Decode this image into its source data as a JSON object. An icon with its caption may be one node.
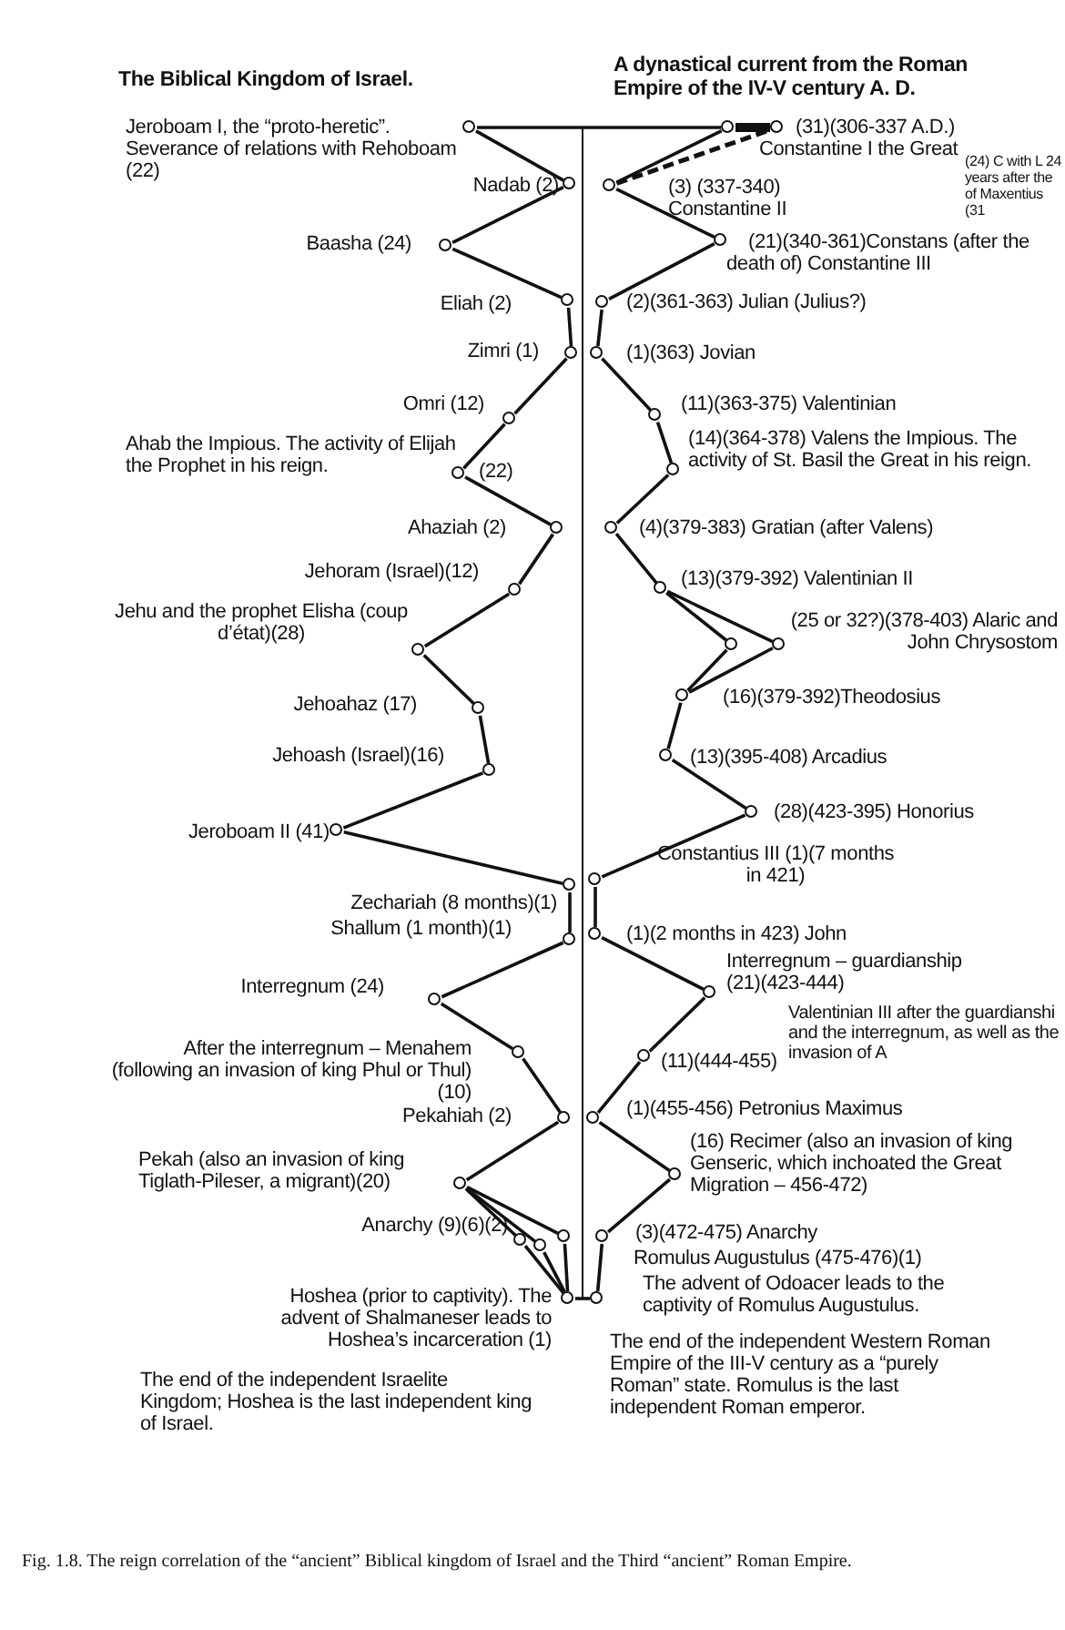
{
  "diagram": {
    "caption": "Fig. 1.8. The reign correlation of the “ancient” Biblical kingdom of Israel and the Third “ancient” Roman Empire.",
    "nodes": [
      {
        "text": [
          "Jeroboam I, the “proto-heretic”. Severance of relations with Rehoboam (22)"
        ]
      },
      {
        "text": [
          "Nadab (2)"
        ]
      },
      {
        "text": [
          "Baasha (24)"
        ]
      },
      {
        "text": [
          "Eliah (2)"
        ]
      },
      {
        "text": [
          "Zimri (1)"
        ]
      },
      {
        "text": [
          "Omri (12)"
        ]
      },
      {
        "text": [
          "Ahab the Impious. The activity of Elijah the Prophet in his reign.",
          "(22)"
        ]
      },
      {
        "text": [
          "Ahaziah (2)"
        ]
      },
      {
        "text": [
          "Jehoram (Israel)(12)"
        ]
      },
      {
        "text": [
          "Jehu and the prophet Elisha (coup d’état)(28)"
        ]
      },
      {
        "text": [
          "Jehoahaz (17)"
        ]
      },
      {
        "text": [
          "Jehoash (Israel)(16)"
        ]
      },
      {
        "text": [
          "Jeroboam II (41)"
        ]
      },
      {
        "text": [
          "Zechariah (8 months)(1)"
        ]
      },
      {
        "text": [
          "Shallum (1 month)(1)"
        ]
      },
      {
        "text": [
          "Interregnum (24)"
        ]
      },
      {
        "text": [
          "After the interregnum – Menahem (following an invasion of king Phul or Thul)(10)"
        ]
      },
      {
        "text": [
          "Pekahiah (2)"
        ]
      },
      {
        "text": [
          "Pekah (also an invasion of king Tiglath-Pileser, a migrant)(20)"
        ]
      },
      {
        "text": [],
        "shape": "circle"
      },
      {
        "text": [
          "Anarchy (9)(6)(2)"
        ]
      },
      {
        "text": [],
        "shape": "circle"
      },
      {
        "text": [
          "Hoshea (prior to captivity). The advent of Shalmaneser leads to Hoshea’s incarceration (1)"
        ]
      },
      {
        "text": [],
        "shape": "circle"
      },
      {
        "text": [
          "(31)(306-337 A.D.) Constantine I the Great"
        ]
      },
      {
        "text": [
          "(3) (337-340) Constantine II"
        ]
      },
      {
        "text": [
          "(21)(340-361)Constans (after the death of) Constantine III"
        ]
      },
      {
        "text": [
          "(2)(361-363) Julian (Julius?)"
        ]
      },
      {
        "text": [
          "(1)(363) Jovian"
        ]
      },
      {
        "text": [
          "(11)(363-375) Valentinian"
        ]
      },
      {
        "text": [
          "(14)(364-378) Valens the Impious. The activity of St. Basil the Great in his reign."
        ]
      },
      {
        "text": [
          "(4)(379-383) Gratian (after Valens)"
        ]
      },
      {
        "text": [
          "(13)(379-392) Valentinian II"
        ]
      },
      {
        "text": [],
        "shape": "circle"
      },
      {
        "text": [
          "(25 or 32?)(378-403) Alaric and John Chrysostom"
        ]
      },
      {
        "text": [
          "(16)(379-392)Theodosius"
        ]
      },
      {
        "text": [
          "(13)(395-408) Arcadius"
        ]
      },
      {
        "text": [
          "(28)(423-395) Honorius"
        ]
      },
      {
        "text": [
          "Constantius III (1)(7 months in 421)"
        ]
      },
      {
        "text": [
          "(1)(2 months in 423) John"
        ]
      },
      {
        "text": [
          "Interregnum – guardianship (21)(423-444)"
        ]
      },
      {
        "text": [
          "(11)(444-455)",
          "Valentinian III after the guardianshi and the interregnum, as well as the invasion of A"
        ]
      },
      {
        "text": [
          "(1)(455-456) Petronius Maximus"
        ]
      },
      {
        "text": [
          "(16) Recimer (also an invasion of king Genseric, which inchoated the Great Migration – 456-472)"
        ]
      },
      {
        "text": [
          "(3)(472-475) Anarchy"
        ]
      },
      {
        "text": [
          "Romulus Augustulus (475-476)(1)"
        ],
        "beside": [
          "The advent of Odoacer leads to the captivity of Romulus Augustulus."
        ]
      }
    ],
    "edges": [
      {
        "from": 0,
        "to": 1,
        "arrow": "none"
      },
      {
        "from": 1,
        "to": 2,
        "arrow": "none"
      },
      {
        "from": 2,
        "to": 3,
        "arrow": "none"
      },
      {
        "from": 3,
        "to": 4,
        "arrow": "none"
      },
      {
        "from": 4,
        "to": 5,
        "arrow": "none"
      },
      {
        "from": 5,
        "to": 6,
        "arrow": "none"
      },
      {
        "from": 6,
        "to": 7,
        "arrow": "none"
      },
      {
        "from": 7,
        "to": 8,
        "arrow": "none"
      },
      {
        "from": 8,
        "to": 9,
        "arrow": "none"
      },
      {
        "from": 9,
        "to": 10,
        "arrow": "none"
      },
      {
        "from": 10,
        "to": 11,
        "arrow": "none"
      },
      {
        "from": 11,
        "to": 12,
        "arrow": "none"
      },
      {
        "from": 12,
        "to": 13,
        "arrow": "none"
      },
      {
        "from": 13,
        "to": 14,
        "arrow": "none"
      },
      {
        "from": 14,
        "to": 15,
        "arrow": "none"
      },
      {
        "from": 15,
        "to": 16,
        "arrow": "none"
      },
      {
        "from": 16,
        "to": 17,
        "arrow": "none"
      },
      {
        "from": 17,
        "to": 18,
        "arrow": "none"
      },
      {
        "from": 18,
        "to": 19,
        "arrow": "none"
      },
      {
        "from": 18,
        "to": 20,
        "arrow": "none"
      },
      {
        "from": 18,
        "to": 21,
        "arrow": "none"
      },
      {
        "from": 19,
        "to": 22,
        "arrow": "none"
      },
      {
        "from": 20,
        "to": 22,
        "arrow": "none"
      },
      {
        "from": 21,
        "to": 22,
        "arrow": "none"
      },
      {
        "from": 22,
        "to": 45,
        "arrow": "none"
      },
      {
        "from": 0,
        "to": 23,
        "arrow": "none"
      },
      {
        "from": 23,
        "to": 24,
        "arrow": "none",
        "style": "thick"
      },
      {
        "from": 23,
        "to": 25,
        "arrow": "none"
      },
      {
        "from": 25,
        "to": 24,
        "arrow": "none",
        "style": "dashed"
      },
      {
        "from": 25,
        "to": 26,
        "arrow": "none"
      },
      {
        "from": 26,
        "to": 27,
        "arrow": "none"
      },
      {
        "from": 27,
        "to": 28,
        "arrow": "none"
      },
      {
        "from": 28,
        "to": 29,
        "arrow": "none"
      },
      {
        "from": 29,
        "to": 30,
        "arrow": "none"
      },
      {
        "from": 30,
        "to": 31,
        "arrow": "none"
      },
      {
        "from": 31,
        "to": 32,
        "arrow": "none"
      },
      {
        "from": 32,
        "to": 33,
        "arrow": "none"
      },
      {
        "from": 32,
        "to": 34,
        "arrow": "none"
      },
      {
        "from": 33,
        "to": 35,
        "arrow": "none"
      },
      {
        "from": 34,
        "to": 35,
        "arrow": "none"
      },
      {
        "from": 35,
        "to": 36,
        "arrow": "none"
      },
      {
        "from": 36,
        "to": 37,
        "arrow": "none"
      },
      {
        "from": 37,
        "to": 38,
        "arrow": "none"
      },
      {
        "from": 38,
        "to": 39,
        "arrow": "none"
      },
      {
        "from": 39,
        "to": 40,
        "arrow": "none"
      },
      {
        "from": 40,
        "to": 41,
        "arrow": "none"
      },
      {
        "from": 41,
        "to": 42,
        "arrow": "none"
      },
      {
        "from": 42,
        "to": 43,
        "arrow": "none"
      },
      {
        "from": 43,
        "to": 44,
        "arrow": "none"
      },
      {
        "from": 44,
        "to": 45,
        "arrow": "none"
      }
    ],
    "labels": [
      "The Biblical Kingdom of Israel.",
      "A dynastical current from the Roman Empire of the IV-V century A. D.",
      "(24) C with L 24 years after the of Maxentius (31",
      "The end of the independent Israelite Kingdom; Hoshea is the last independent king of Israel.",
      "The end of the independent Western Roman Empire of the III-V century as a “purely Roman” state. Romulus is the last independent Roman emperor."
    ]
  }
}
